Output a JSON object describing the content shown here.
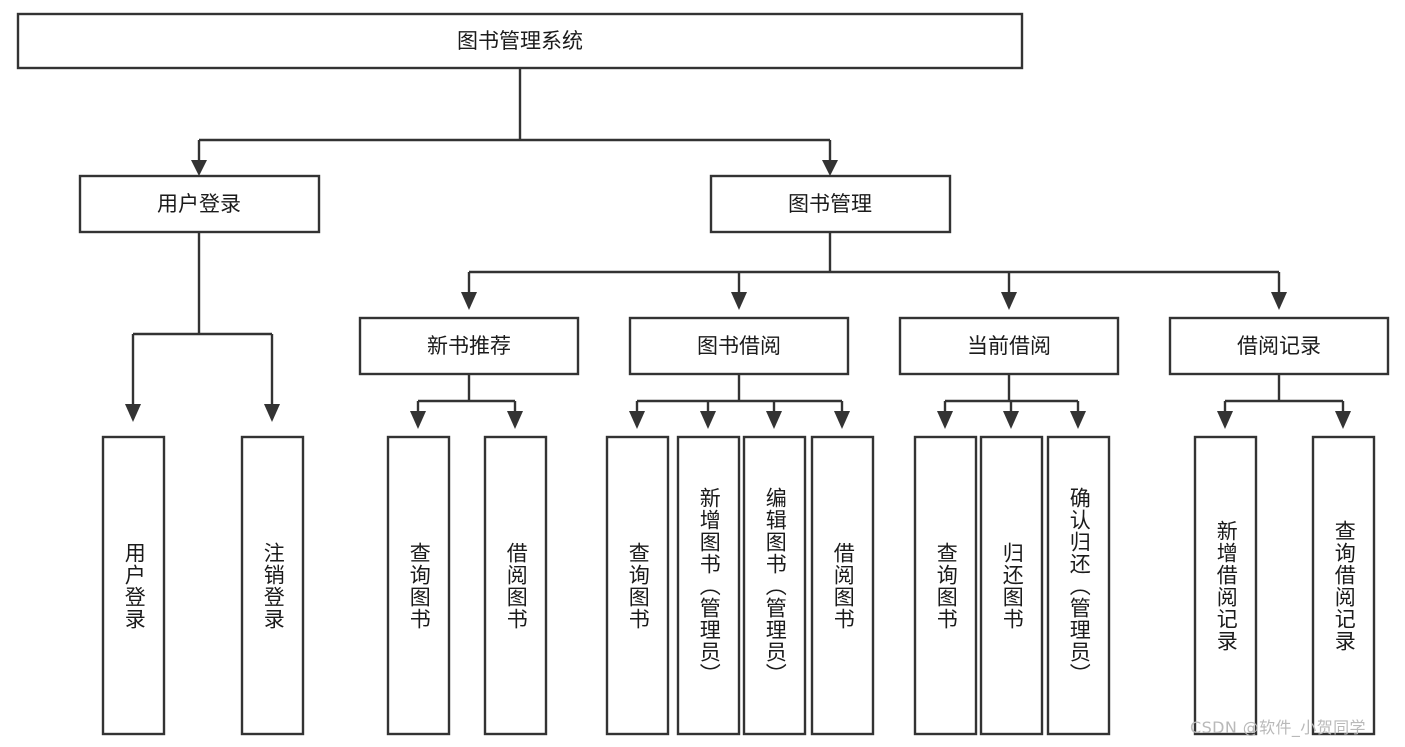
{
  "diagram": {
    "type": "tree-hierarchy-chart",
    "title": "图书管理系统",
    "orientation": "top-down",
    "colors": {
      "background": "#ffffff",
      "box_fill": "#ffffff",
      "box_stroke": "#333333",
      "text": "#1b1b1b",
      "watermark": "#b9b9b9"
    },
    "root": {
      "label": "图书管理系统"
    },
    "level2": [
      {
        "label": "用户登录"
      },
      {
        "label": "图书管理"
      }
    ],
    "level3": [
      {
        "label": "新书推荐"
      },
      {
        "label": "图书借阅"
      },
      {
        "label": "当前借阅"
      },
      {
        "label": "借阅记录"
      }
    ],
    "leaves": {
      "user_login": [
        {
          "label": "用户登录"
        },
        {
          "label": "注销登录"
        }
      ],
      "new_book_recommend": [
        {
          "label": "查询图书"
        },
        {
          "label": "借阅图书"
        }
      ],
      "book_borrow": [
        {
          "label": "查询图书"
        },
        {
          "label": "新增图书（管理员）"
        },
        {
          "label": "编辑图书（管理员）"
        },
        {
          "label": "借阅图书"
        }
      ],
      "current_borrow": [
        {
          "label": "查询图书"
        },
        {
          "label": "归还图书"
        },
        {
          "label": "确认归还（管理员）"
        }
      ],
      "borrow_record": [
        {
          "label": "新增借阅记录"
        },
        {
          "label": "查询借阅记录"
        }
      ]
    }
  },
  "watermark": {
    "text": "CSDN @软件_小贺同学"
  }
}
